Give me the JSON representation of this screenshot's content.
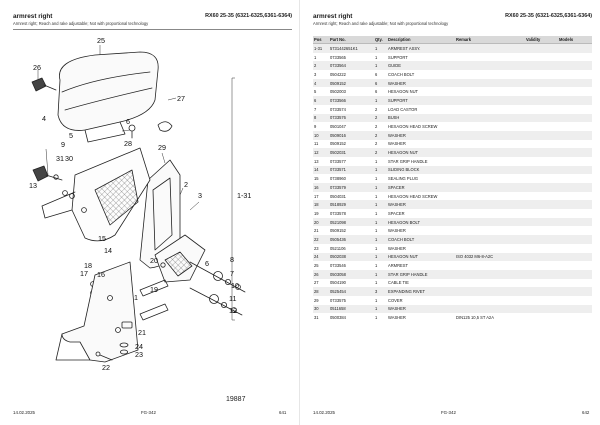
{
  "left_page": {
    "title": "armrest right",
    "subtitle": "Armrest right; Reach and rake adjustable; Not with proportional technology",
    "model": "RX60 25-35 (6321-6325,6361-6364)",
    "assembly_label": "1-31",
    "drawing_number": "19887",
    "callouts": [
      "25",
      "26",
      "27",
      "28",
      "29",
      "4",
      "2",
      "3",
      "6",
      "9",
      "13",
      "31",
      "30",
      "5",
      "15",
      "14",
      "18",
      "17",
      "16",
      "20",
      "19",
      "1",
      "21",
      "24",
      "23",
      "22",
      "8",
      "7",
      "10",
      "11",
      "12",
      "6"
    ],
    "footer": {
      "date": "14.02.2025",
      "code": "FG-342",
      "page": "641"
    }
  },
  "right_page": {
    "title": "armrest right",
    "subtitle": "Armrest right; Reach and rake adjustable; Not with proportional technology",
    "model": "RX60 25-35 (6321-6325,6361-6364)",
    "columns": [
      "Pos",
      "Part No.",
      "Qty.",
      "Description",
      "Remark",
      "Validity",
      "Models"
    ],
    "rows": [
      [
        "1-31",
        "5731442651K1",
        "1",
        "ARMREST ASSY.",
        "",
        "",
        ""
      ],
      [
        "1",
        "0733565",
        "1",
        "SUPPORT",
        "",
        "",
        ""
      ],
      [
        "2",
        "0733564",
        "1",
        "GUIDE",
        "",
        "",
        ""
      ],
      [
        "3",
        "0504222",
        "6",
        "COACH BOLT",
        "",
        "",
        ""
      ],
      [
        "4",
        "0509152",
        "6",
        "WASHER",
        "",
        "",
        ""
      ],
      [
        "5",
        "0502003",
        "6",
        "HEXAGON NUT",
        "",
        "",
        ""
      ],
      [
        "6",
        "0733566",
        "1",
        "SUPPORT",
        "",
        "",
        ""
      ],
      [
        "7",
        "0733574",
        "2",
        "LOAD CASTOR",
        "",
        "",
        ""
      ],
      [
        "8",
        "0733576",
        "2",
        "BUSH",
        "",
        "",
        ""
      ],
      [
        "9",
        "0501047",
        "2",
        "HEXAGON HEAD SCREW",
        "",
        "",
        ""
      ],
      [
        "10",
        "0509016",
        "2",
        "WASHER",
        "",
        "",
        ""
      ],
      [
        "11",
        "0509152",
        "2",
        "WASHER",
        "",
        "",
        ""
      ],
      [
        "12",
        "0502031",
        "2",
        "HEXAGON NUT",
        "",
        "",
        ""
      ],
      [
        "13",
        "0733577",
        "1",
        "STAR GRIP HANDLE",
        "",
        "",
        ""
      ],
      [
        "14",
        "0733571",
        "1",
        "SLIDING BLOCK",
        "",
        "",
        ""
      ],
      [
        "15",
        "0738960",
        "1",
        "SEALING PLUG",
        "",
        "",
        ""
      ],
      [
        "16",
        "0733579",
        "1",
        "SPACER",
        "",
        "",
        ""
      ],
      [
        "17",
        "0504031",
        "1",
        "HEXAGON HEAD SCREW",
        "",
        "",
        ""
      ],
      [
        "18",
        "0518929",
        "1",
        "WASHER",
        "",
        "",
        ""
      ],
      [
        "19",
        "0733578",
        "1",
        "SPACER",
        "",
        "",
        ""
      ],
      [
        "20",
        "0521098",
        "1",
        "HEXAGON BOLT",
        "",
        "",
        ""
      ],
      [
        "21",
        "0509152",
        "1",
        "WASHER",
        "",
        "",
        ""
      ],
      [
        "22",
        "0505436",
        "1",
        "COACH BOLT",
        "",
        "",
        ""
      ],
      [
        "23",
        "0521106",
        "1",
        "WASHER",
        "",
        "",
        ""
      ],
      [
        "24",
        "0502038",
        "1",
        "HEXAGON NUT",
        "ISO 4032 M6-8-A2C",
        "",
        ""
      ],
      [
        "25",
        "0733546",
        "1",
        "ARMREST",
        "",
        "",
        ""
      ],
      [
        "26",
        "0503058",
        "1",
        "STAR GRIP HANDLE",
        "",
        "",
        ""
      ],
      [
        "27",
        "0504190",
        "1",
        "CABLE TIE",
        "",
        "",
        ""
      ],
      [
        "28",
        "0525454",
        "3",
        "EXPANDING RIVET",
        "",
        "",
        ""
      ],
      [
        "29",
        "0733575",
        "1",
        "COVER",
        "",
        "",
        ""
      ],
      [
        "30",
        "0511658",
        "1",
        "WASHER",
        "",
        "",
        ""
      ],
      [
        "31",
        "0500384",
        "1",
        "WASHER",
        "DIN125 10,5 ST A2A",
        "",
        ""
      ]
    ],
    "footer": {
      "date": "14.02.2025",
      "code": "FG-342",
      "page": "642"
    }
  }
}
